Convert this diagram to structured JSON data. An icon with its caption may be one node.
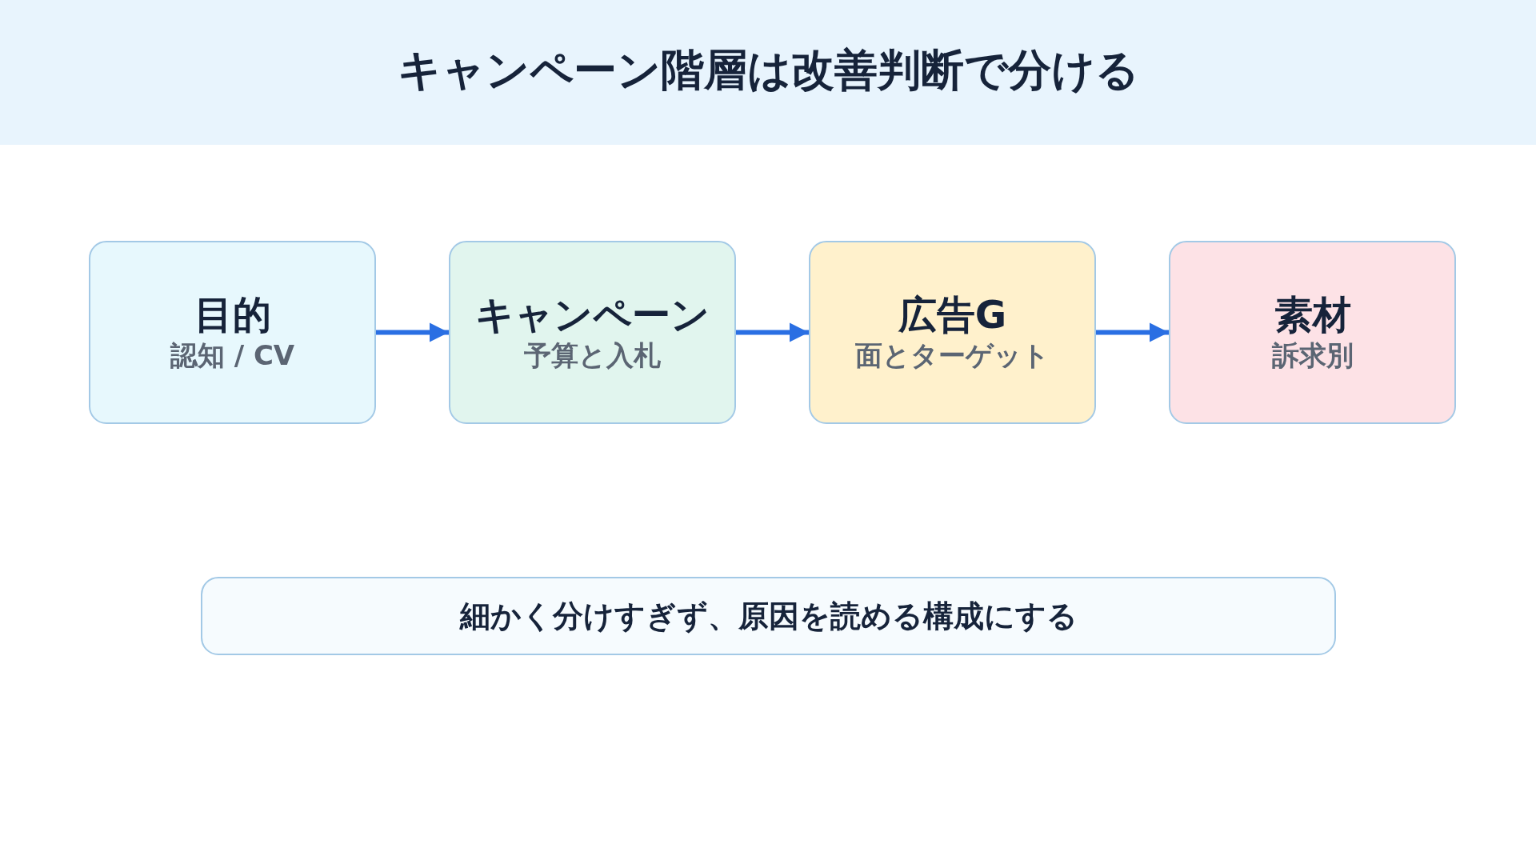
{
  "diagram": {
    "title": "キャンペーン階層は改善判断で分ける",
    "nodes": [
      {
        "text": [
          "目的",
          "認知 / CV"
        ]
      },
      {
        "text": [
          "キャンペーン",
          "予算と入札"
        ]
      },
      {
        "text": [
          "広告G",
          "面とターゲット"
        ]
      },
      {
        "text": [
          "素材",
          "訴求別"
        ]
      },
      {
        "text": [
          "細かく分けすぎず、原因を読める構成にする"
        ]
      }
    ],
    "edges": [
      {
        "from": 0,
        "to": 1,
        "arrow": "to"
      },
      {
        "from": 1,
        "to": 2,
        "arrow": "to"
      },
      {
        "from": 2,
        "to": 3,
        "arrow": "to"
      }
    ]
  }
}
